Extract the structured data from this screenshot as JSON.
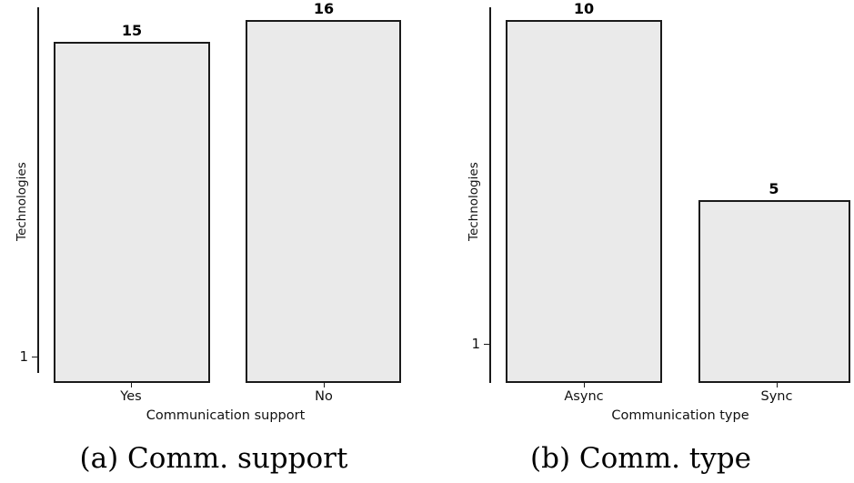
{
  "figure": {
    "panels": [
      {
        "id": "a",
        "caption": "(a) Comm. support",
        "ylabel": "Technologies",
        "xlabel": "Communication support",
        "ytick_label": "1",
        "bars": [
          {
            "category": "Yes",
            "value": "15"
          },
          {
            "category": "No",
            "value": "16"
          }
        ]
      },
      {
        "id": "b",
        "caption": "(b) Comm. type",
        "ylabel": "Technologies",
        "xlabel": "Communication type",
        "ytick_label": "1",
        "bars": [
          {
            "category": "Async",
            "value": "10"
          },
          {
            "category": "Sync",
            "value": "5"
          }
        ]
      }
    ]
  },
  "chart_data": [
    {
      "type": "bar",
      "title": "(a) Comm. support",
      "categories": [
        "Yes",
        "No"
      ],
      "values": [
        15,
        16
      ],
      "data_labels": [
        "15",
        "16"
      ],
      "xlabel": "Communication support",
      "ylabel": "Technologies",
      "yticks": [
        1
      ],
      "ytick_labels": [
        "1"
      ],
      "yscale": "log",
      "ylim": [
        1,
        18
      ],
      "grid": false,
      "legend": "none",
      "bar_facecolor": "#eaeaea",
      "bar_edgecolor": "#1a1a1a"
    },
    {
      "type": "bar",
      "title": "(b) Comm. type",
      "categories": [
        "Async",
        "Sync"
      ],
      "values": [
        10,
        5
      ],
      "data_labels": [
        "10",
        "5"
      ],
      "xlabel": "Communication type",
      "ylabel": "Technologies",
      "yticks": [
        1
      ],
      "ytick_labels": [
        "1"
      ],
      "yscale": "log",
      "ylim": [
        1,
        11
      ],
      "grid": false,
      "legend": "none",
      "bar_facecolor": "#eaeaea",
      "bar_edgecolor": "#1a1a1a"
    }
  ]
}
